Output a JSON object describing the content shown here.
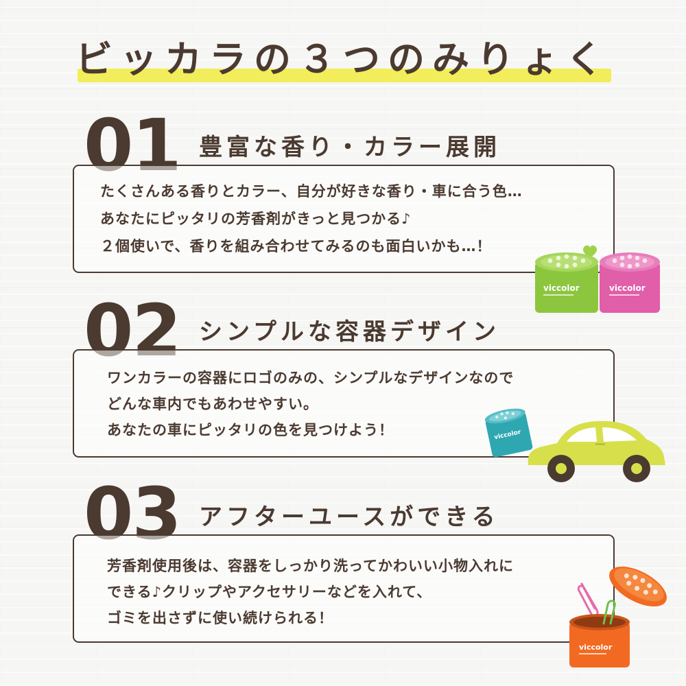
{
  "title": "ビッカラの３つのみりょく",
  "sections": [
    {
      "number": "01",
      "heading": "豊富な香り・カラー展開",
      "lines": [
        "たくさんある香りとカラー、自分が好きな香り・車に合う色…",
        "あなたにピッタリの芳香剤がきっと見つかる♪",
        "２個使いで、香りを組み合わせてみるのも面白いかも…！"
      ]
    },
    {
      "number": "02",
      "heading": "シンプルな容器デザイン",
      "lines": [
        "ワンカラーの容器にロゴのみの、シンプルなデザインなので",
        "どんな車内でもあわせやすい。",
        "あなたの車にピッタリの色を見つけよう！"
      ]
    },
    {
      "number": "03",
      "heading": "アフターユースができる",
      "lines": [
        "芳香剤使用後は、容器をしっかり洗ってかわいい小物入れに",
        "できる♪クリップやアクセサリーなどを入れて、",
        "ゴミを出さずに使い続けられる！"
      ]
    }
  ],
  "product": {
    "logo": "viccolor"
  },
  "colors": {
    "text": "#4b3a30",
    "highlight": "#f2ed5a",
    "can_green": "#8cc63f",
    "can_pink": "#e15ea8",
    "can_teal": "#2fa7b1",
    "can_orange": "#f26a21",
    "car": "#d7e04b",
    "heart": "#9fd14a",
    "clip_pink": "#e86aa8",
    "clip_green": "#6cc24a"
  },
  "icons": [
    "heart-icon",
    "car-icon",
    "paperclip-icon"
  ]
}
